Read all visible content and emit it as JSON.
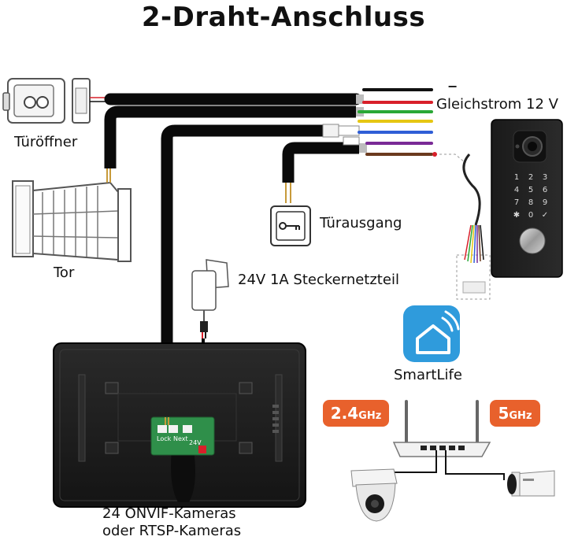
{
  "title": "2-Draht-Anschluss",
  "labels": {
    "door_opener": "Türöffner",
    "gate": "Tor",
    "dc_supply": "Gleichstrom 12 V",
    "minus_sign": "−",
    "door_exit": "Türausgang",
    "power_adapter": "24V 1A Steckernetzteil",
    "smartlife": "SmartLife",
    "cameras_line1": "24 ONVIF-Kameras",
    "cameras_line2": "oder RTSP-Kameras",
    "board_lock": "Lock",
    "board_next": "Next",
    "board_24v": "24V"
  },
  "wifi_bands": [
    {
      "value": "2.4",
      "unit": "GHz"
    },
    {
      "value": "5",
      "unit": "GHz"
    }
  ],
  "wire_colors": [
    "#111111",
    "#d8202a",
    "#2aa836",
    "#e6c613",
    "#2f5ed6",
    "#7a2a96",
    "#6b3a1e"
  ],
  "colors": {
    "accent": "#e8612c",
    "smartlife_bg": "#2f9bdc",
    "cable": "#0a0a0a",
    "monitor": "#1c1c1c"
  },
  "keypad": [
    "1",
    "2",
    "3",
    "4",
    "5",
    "6",
    "7",
    "8",
    "9",
    "✱",
    "0",
    "✓"
  ]
}
